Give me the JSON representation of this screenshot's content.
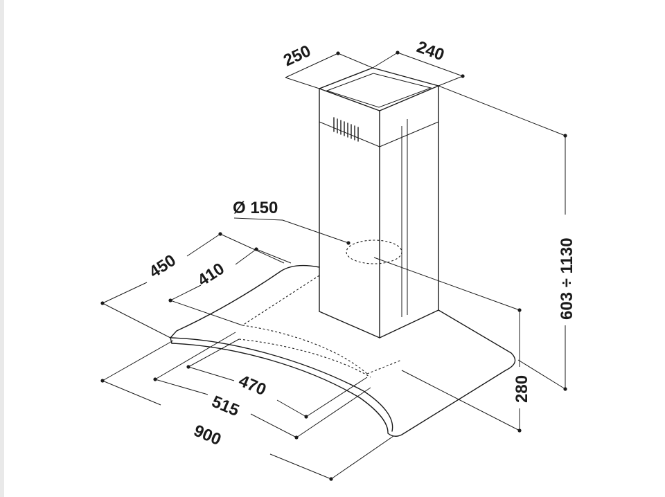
{
  "dimensions": {
    "chimney_depth": "250",
    "chimney_width": "240",
    "duct_diameter": "Ø 150",
    "height_range": "603 ÷ 1130",
    "canopy_height": "280",
    "depth_outer": "450",
    "depth_inner": "410",
    "width_470": "470",
    "width_515": "515",
    "width_900": "900"
  }
}
